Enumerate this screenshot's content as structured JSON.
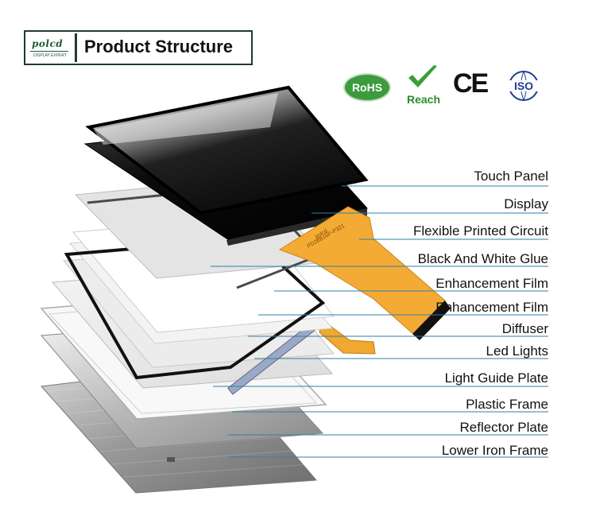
{
  "header": {
    "logo_text": "polcd",
    "logo_subtext": "DISPLAY EXPERT",
    "title": "Product Structure"
  },
  "certifications": {
    "rohs": "RoHS",
    "reach": "Reach",
    "ce": "CE",
    "iso": "ISO"
  },
  "fpc_print": {
    "line1": "polcd",
    "line2": "PD28B16P-P321"
  },
  "layers": [
    {
      "id": "touch-panel",
      "label": "Touch Panel"
    },
    {
      "id": "display",
      "label": "Display"
    },
    {
      "id": "fpc",
      "label": "Flexible Printed Circuit"
    },
    {
      "id": "glue",
      "label": "Black And White Glue"
    },
    {
      "id": "enh-film-1",
      "label": "Enhancement Film"
    },
    {
      "id": "enh-film-2",
      "label": "Enhancement Film"
    },
    {
      "id": "diffuser",
      "label": "Diffuser"
    },
    {
      "id": "led",
      "label": "Led Lights"
    },
    {
      "id": "lgp",
      "label": "Light Guide Plate"
    },
    {
      "id": "plastic-frame",
      "label": "Plastic Frame"
    },
    {
      "id": "reflector",
      "label": "Reflector Plate"
    },
    {
      "id": "iron-frame",
      "label": "Lower Iron Frame"
    }
  ],
  "colors": {
    "brand": "#1d5c3a",
    "leader_line": "#2f7fa8",
    "fpc": "#f0a830",
    "rohs": "#3d9a3d"
  }
}
